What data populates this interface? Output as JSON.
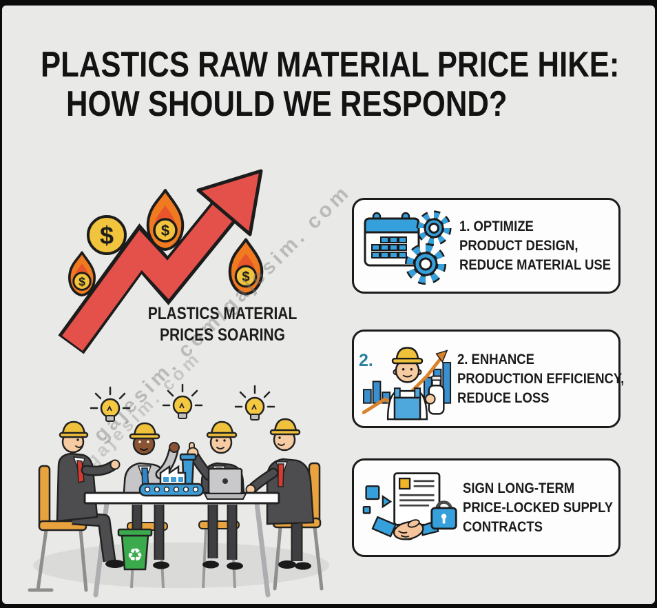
{
  "title": {
    "line1": "PLASTICS RAW MATERIAL PRICE HIKE:",
    "line2": "HOW SHOULD WE RESPOND?"
  },
  "watermark": {
    "primary": "gajesim. com/gajesim. com",
    "secondary": "gajesim. com"
  },
  "price_chart": {
    "caption_line1": "PLASTICS MATERIAL",
    "caption_line2": "PRICES SOARING",
    "currency_symbol": "$"
  },
  "scene": {
    "recycle_symbol": "♻"
  },
  "boxes": [
    {
      "number_label": "",
      "line1": "1. OPTIMIZE",
      "line2": "PRODUCT DESIGN,",
      "line3": "REDUCE MATERIAL USE"
    },
    {
      "number_label": "2.",
      "line1": "2. ENHANCE",
      "line2": "PRODUCTION EFFICIENCY,",
      "line3": "REDUCE LOSS"
    },
    {
      "number_label": "",
      "line1": "SIGN LONG-TERM",
      "line2": "PRICE-LOCKED SUPPLY",
      "line3": "CONTRACTS"
    }
  ],
  "colors": {
    "background": "#e9e9e7",
    "frame": "#0b0b0b",
    "arrow_red": "#E4504A",
    "coin_yellow": "#F2C33C",
    "flame_orange": "#F07A1F",
    "icon_blue": "#36A0DC",
    "hat_yellow": "#F0C13B",
    "bin_green": "#3BAA4C"
  }
}
